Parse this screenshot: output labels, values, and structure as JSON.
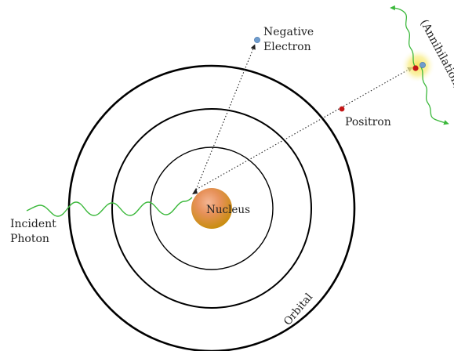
{
  "labels": {
    "negative_electron_line1": "Negative",
    "negative_electron_line2": "Electron",
    "positron": "Positron",
    "annihilation": "(Annihilation)",
    "incident_photon_line1": "Incident",
    "incident_photon_line2": "Photon",
    "nucleus": "Nucleus",
    "orbital": "Orbital"
  },
  "colors": {
    "orbit": "#000000",
    "photon_wave": "#3bb83b",
    "electron": "#6f9ccd",
    "positron": "#c41616",
    "nucleus_light": "#f2b48a",
    "nucleus_dark": "#c98a12",
    "annihilation_glow": "#f7e25a",
    "path": "#222222"
  }
}
